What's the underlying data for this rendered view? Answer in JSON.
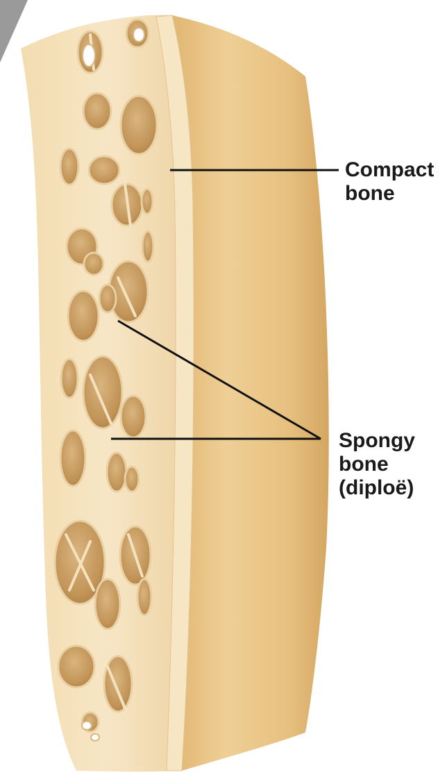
{
  "labels": {
    "compact": [
      "Compact",
      "bone"
    ],
    "spongy": [
      "Spongy",
      "bone",
      "(diploë)"
    ]
  },
  "colors": {
    "bone_face": "#f0d3a0",
    "bone_side": "#e8c27e",
    "bone_side_shadow": "#d7a960",
    "cortex": "#f5e4c0",
    "cavity": "#c49a62",
    "cavity_light": "#e6c896",
    "trabecula": "#f3e0bb",
    "leader": "#111111",
    "corner_mark": "#999999"
  }
}
